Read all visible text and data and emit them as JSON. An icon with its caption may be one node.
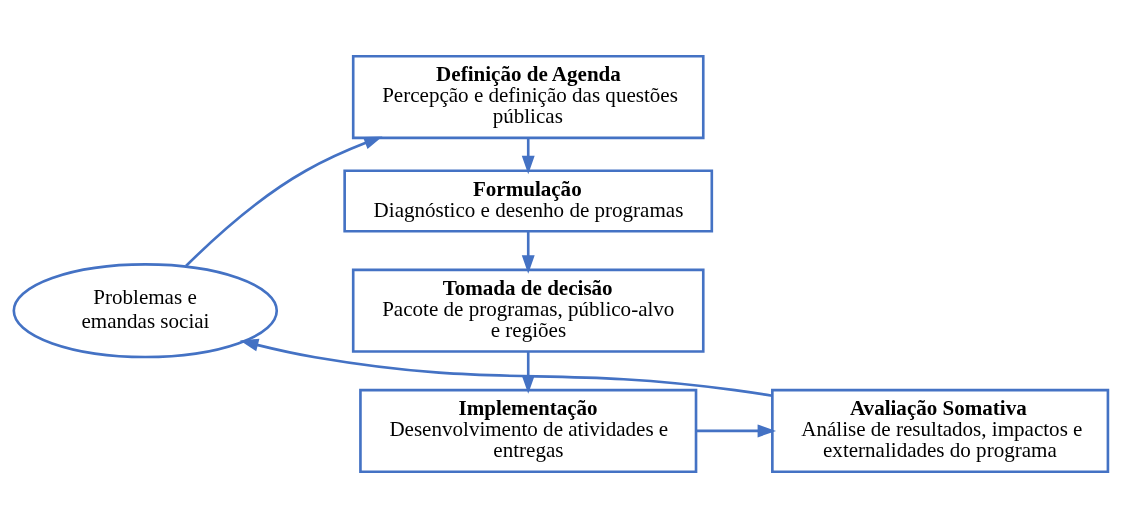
{
  "diagram": {
    "nodes": [
      {
        "text": [
          "Problemas e emandas sociai"
        ]
      },
      {
        "text": [
          "Definição de Agenda",
          "Percepção e definição das questões públicas"
        ]
      },
      {
        "text": [
          "Formulação",
          "Diagnóstico e desenho de programas"
        ]
      },
      {
        "text": [
          "Tomada de decisão",
          "Pacote de programas, público-alvo e regiões"
        ]
      },
      {
        "text": [
          "Implementação",
          "Desenvolvimento de atividades e entregas"
        ]
      },
      {
        "text": [
          "Avaliação Somativa",
          "Análise de resultados, impactos e externalidades do programa"
        ]
      }
    ],
    "edges": [
      {
        "from": 0,
        "to": 1,
        "arrow": "to"
      },
      {
        "from": 1,
        "to": 2,
        "arrow": "to"
      },
      {
        "from": 2,
        "to": 3,
        "arrow": "to"
      },
      {
        "from": 3,
        "to": 4,
        "arrow": "to"
      },
      {
        "from": 4,
        "to": 5,
        "arrow": "to"
      },
      {
        "from": 5,
        "to": 0,
        "arrow": "to"
      }
    ]
  }
}
